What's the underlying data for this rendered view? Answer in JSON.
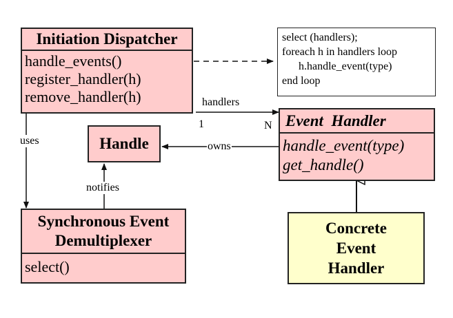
{
  "initiation_dispatcher": {
    "title": "Initiation Dispatcher",
    "methods": [
      "handle_events()",
      "register_handler(h)",
      "remove_handler(h)"
    ]
  },
  "note": {
    "lines": [
      "select (handlers);",
      "foreach h in handlers loop",
      "h.handle_event(type)",
      "end loop"
    ]
  },
  "event_handler": {
    "title": "Event  Handler",
    "methods": [
      "handle_event(type)",
      "get_handle()"
    ]
  },
  "handle": {
    "title": "Handle"
  },
  "demultiplexer": {
    "title_line1": "Synchronous Event",
    "title_line2": "Demultiplexer",
    "methods": [
      "select()"
    ]
  },
  "concrete_handler": {
    "line1": "Concrete",
    "line2": "Event",
    "line3": "Handler"
  },
  "labels": {
    "handlers": "handlers",
    "mult_one": "1",
    "mult_n": "N",
    "uses": "uses",
    "owns": "owns",
    "notifies": "notifies"
  },
  "colors": {
    "class_fill": "#ffcccc",
    "concrete_fill": "#ffffcc",
    "line": "#222222"
  }
}
